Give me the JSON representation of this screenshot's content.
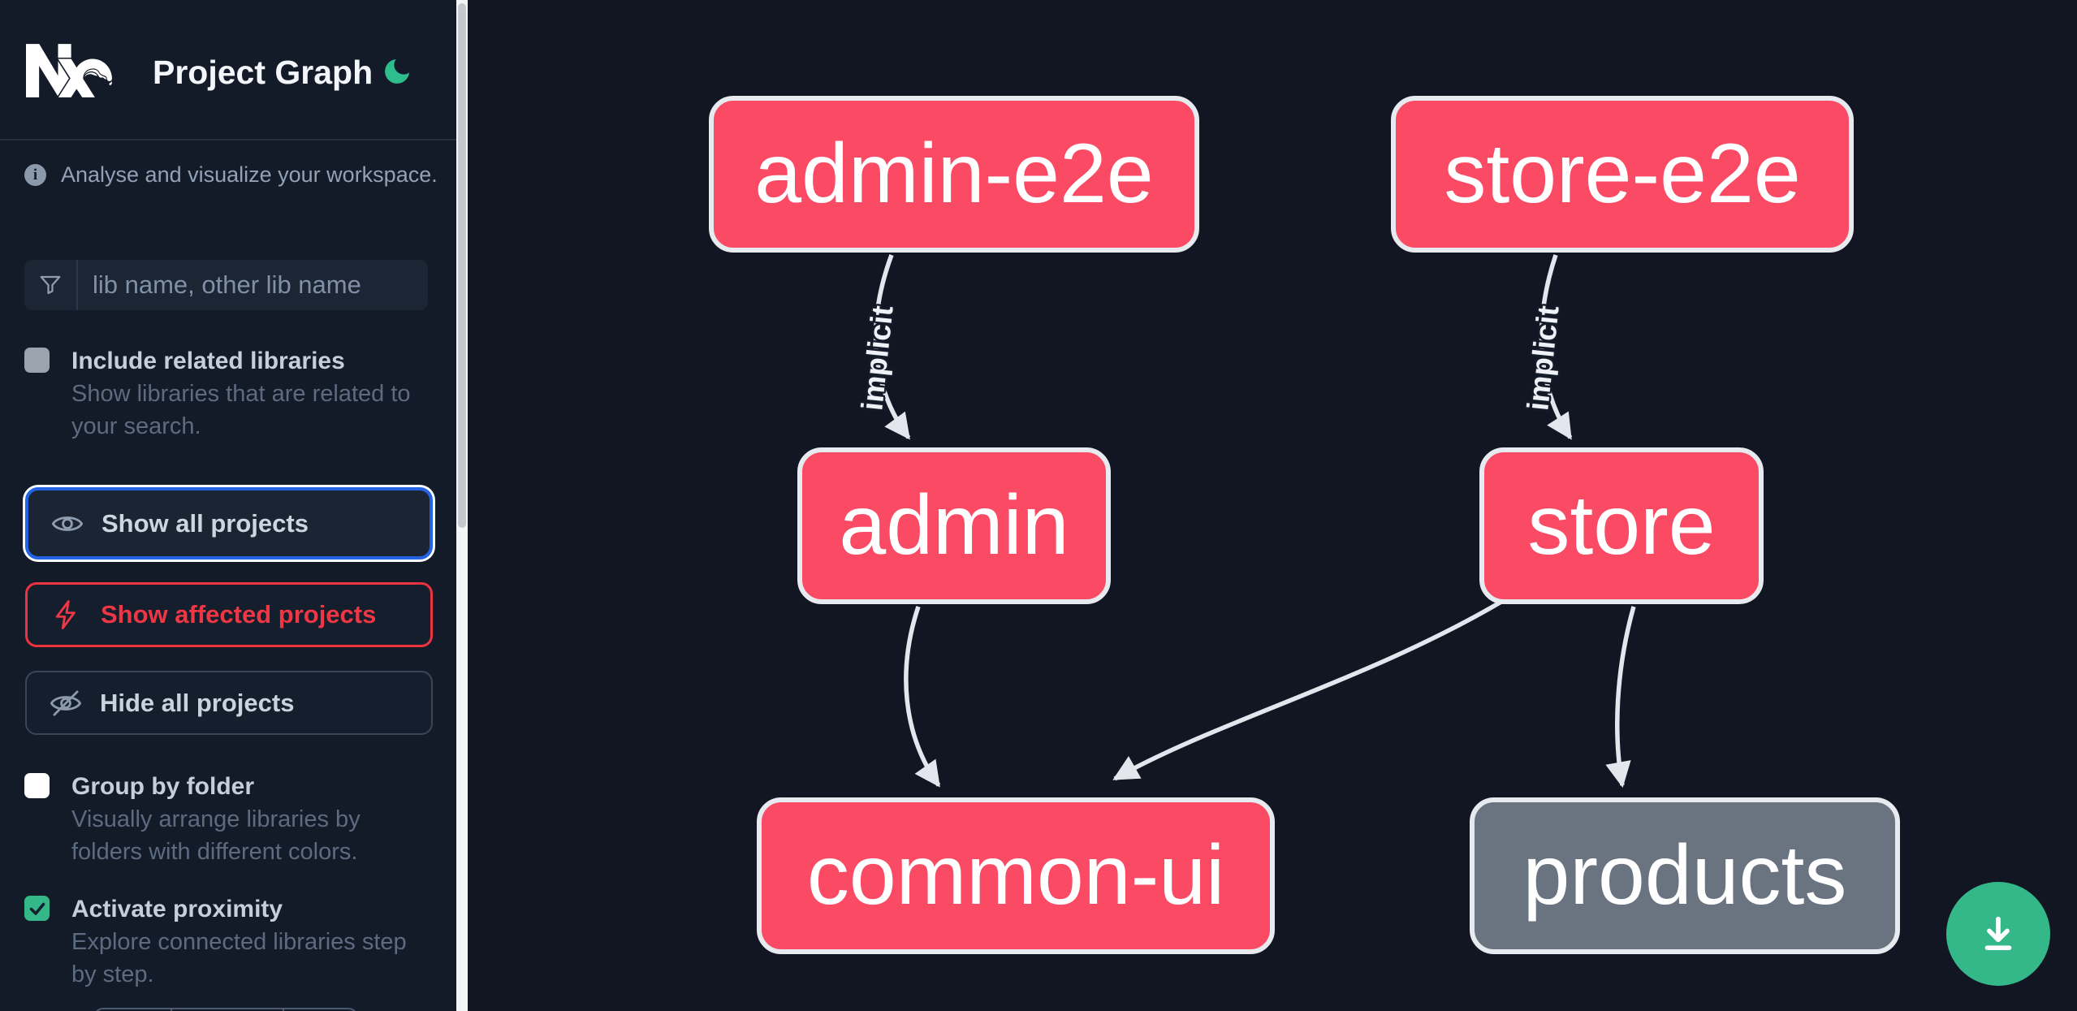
{
  "app": {
    "brand": "Nx",
    "title": "Project Graph",
    "theme": "dark"
  },
  "sidebar": {
    "tagline": "Analyse and visualize your workspace.",
    "search": {
      "placeholder": "lib name, other lib name",
      "value": ""
    },
    "include_related": {
      "label": "Include related libraries",
      "description": "Show libraries that are related to\nyour search.",
      "checked": false
    },
    "actions": {
      "show_all": "Show all projects",
      "show_affected": "Show affected projects",
      "hide_all": "Hide all projects"
    },
    "group_by_folder": {
      "label": "Group by folder",
      "description": "Visually arrange libraries by\nfolders with different colors.",
      "checked": false
    },
    "activate_proximity": {
      "label": "Activate proximity",
      "description": "Explore connected libraries step\nby step.",
      "checked": true
    }
  },
  "graph": {
    "nodes": [
      {
        "id": "admin-e2e",
        "label": "admin-e2e",
        "state": "affected"
      },
      {
        "id": "store-e2e",
        "label": "store-e2e",
        "state": "affected"
      },
      {
        "id": "admin",
        "label": "admin",
        "state": "affected"
      },
      {
        "id": "store",
        "label": "store",
        "state": "affected"
      },
      {
        "id": "common-ui",
        "label": "common-ui",
        "state": "affected"
      },
      {
        "id": "products",
        "label": "products",
        "state": "unaffected"
      }
    ],
    "edges": [
      {
        "source": "admin-e2e",
        "target": "admin",
        "label": "implicit"
      },
      {
        "source": "store-e2e",
        "target": "store",
        "label": "implicit"
      },
      {
        "source": "admin",
        "target": "common-ui",
        "label": ""
      },
      {
        "source": "store",
        "target": "common-ui",
        "label": ""
      },
      {
        "source": "store",
        "target": "products",
        "label": ""
      }
    ]
  },
  "fab": {
    "action": "download-graph-image"
  },
  "colors": {
    "sidebar_bg": "#131a28",
    "canvas_bg": "#111622",
    "node_affected": "#fa4a64",
    "node_unaffected": "#6a7380",
    "node_border": "#e7eaef",
    "edge": "#e3e7ed",
    "accent_blue": "#2464e4",
    "accent_red": "#ec3340",
    "accent_green": "#34b889",
    "moon_green": "#2ebd8d"
  }
}
